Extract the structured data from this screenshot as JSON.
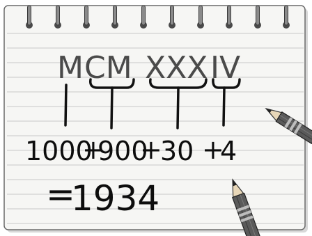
{
  "notebook": {
    "paper_color": "#f6f6f4",
    "line_color": "#c8c8c8",
    "ring_color": "#4a4a4a"
  },
  "roman_numeral": {
    "groups": [
      "M",
      "CM",
      "XXX",
      "IV"
    ],
    "color": "#4a4a4a"
  },
  "addends": [
    "1000",
    "+",
    "900",
    "+",
    "30",
    "+",
    "4"
  ],
  "result": {
    "equals": "=",
    "value": "1934"
  },
  "icons": {
    "pencil_right": "pencil-icon",
    "pencil_bottom": "pencil-icon"
  }
}
